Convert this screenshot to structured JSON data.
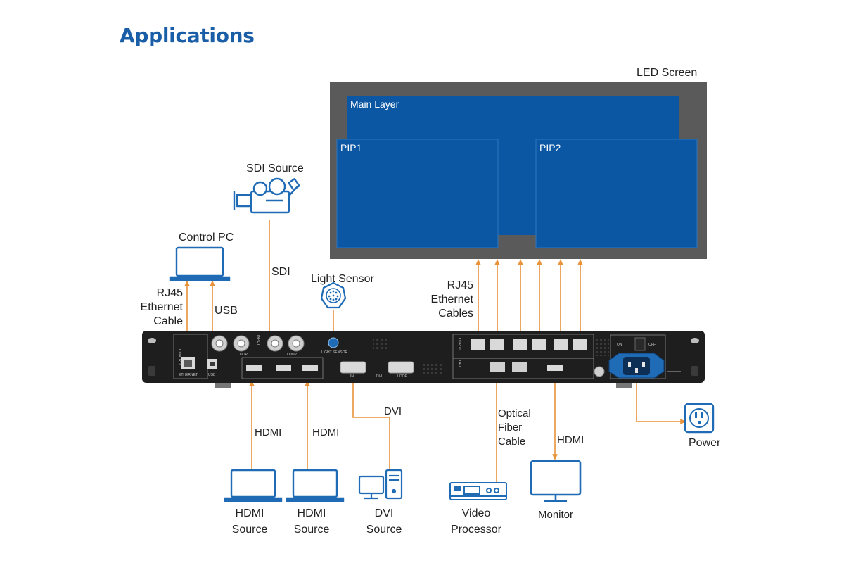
{
  "page": {
    "title": "Applications"
  },
  "led_screen": {
    "label": "LED Screen",
    "main_layer": "Main Layer",
    "pip1": "PIP1",
    "pip2": "PIP2"
  },
  "labels": {
    "sdi_source": "SDI Source",
    "sdi": "SDI",
    "control_pc": "Control PC",
    "rj45_left": [
      "RJ45",
      "Ethernet",
      "Cable"
    ],
    "usb": "USB",
    "light_sensor": "Light Sensor",
    "rj45_right": [
      "RJ45",
      "Ethernet",
      "Cables"
    ],
    "hdmi_1": "HDMI",
    "hdmi_2": "HDMI",
    "dvi": "DVI",
    "optical": [
      "Optical",
      "Fiber",
      "Cable"
    ],
    "hdmi_out": "HDMI",
    "hdmi_source_1": [
      "HDMI",
      "Source"
    ],
    "hdmi_source_2": [
      "HDMI",
      "Source"
    ],
    "dvi_source": [
      "DVI",
      "Source"
    ],
    "video_processor": [
      "Video",
      "Processor"
    ],
    "monitor": "Monitor",
    "power": "Power"
  },
  "device_panel": {
    "control": "CONTROL",
    "ethernet": "ETHERNET",
    "usb": "USB",
    "loop": "LOOP",
    "input": "INPUT",
    "light_sensor": "LIGHT SENSOR",
    "in": "IN",
    "dvi": "DVI",
    "output": "OUTPUT",
    "opt": "OPT",
    "on": "ON",
    "off": "OFF"
  },
  "colors": {
    "title": "#1a5ea8",
    "icon_blue": "#1f6bb5",
    "screen_frame": "#5b5a5a",
    "screen_blue": "#0b57a4",
    "connector_orange": "#e8923a",
    "device_body": "#1e1e1e"
  },
  "icons": [
    "camcorder-icon",
    "laptop-icon",
    "light-sensor-icon",
    "desktop-pc-icon",
    "video-processor-icon",
    "monitor-icon",
    "power-outlet-icon",
    "power-socket-icon"
  ]
}
